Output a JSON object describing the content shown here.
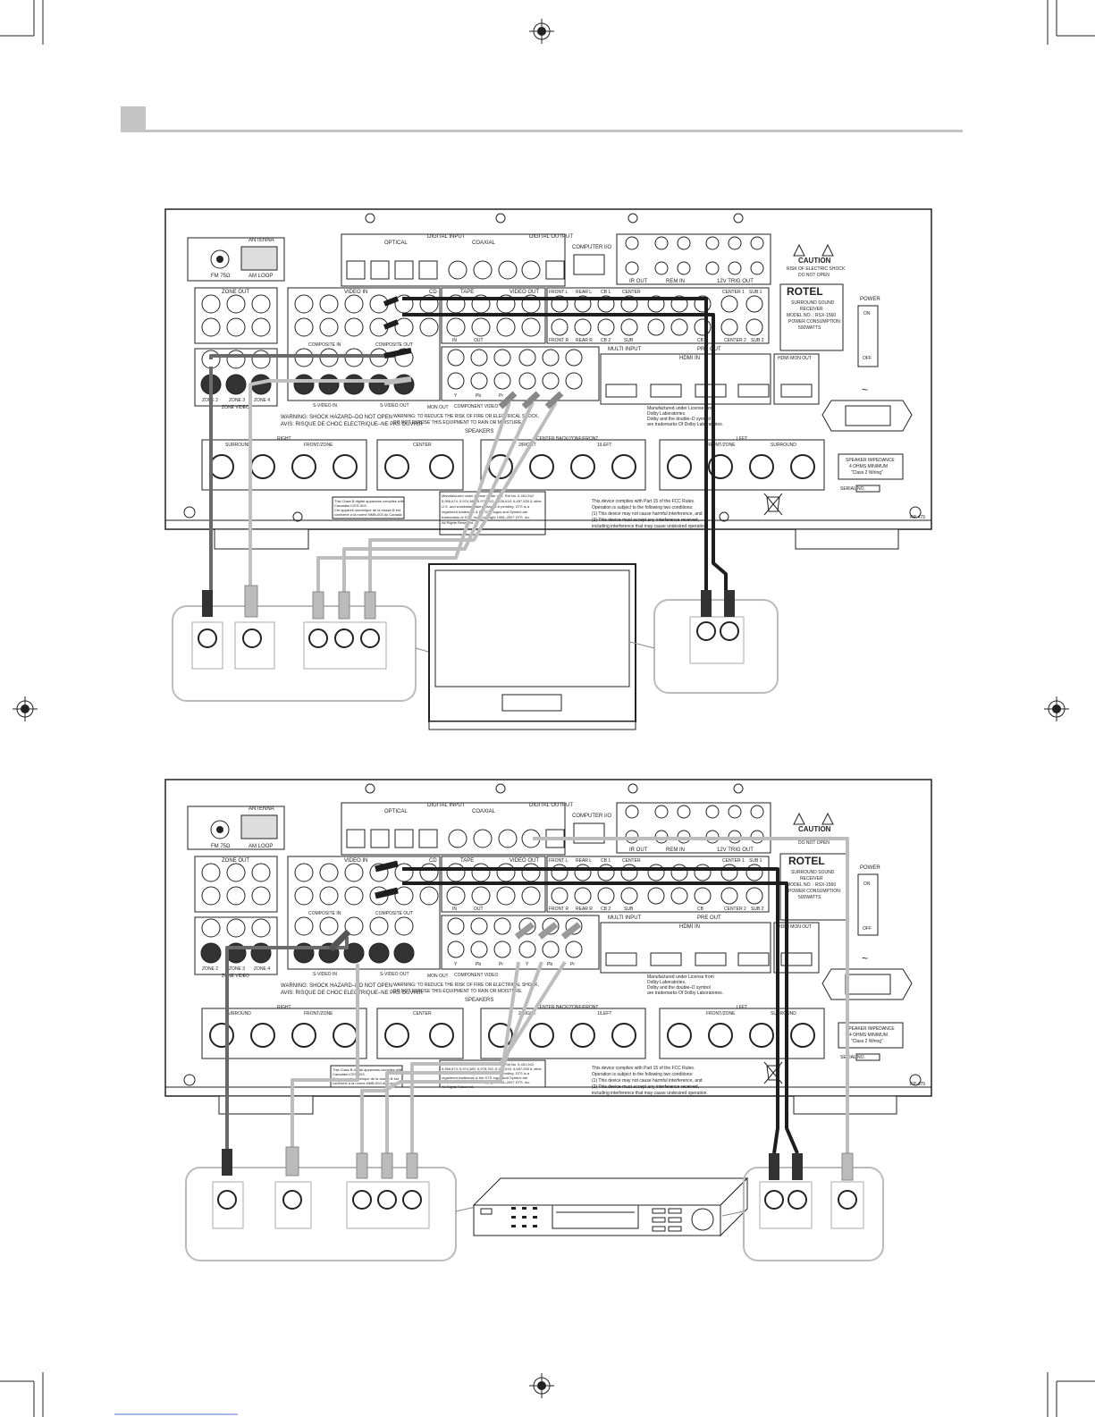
{
  "panel": {
    "antenna": "ANTENNA",
    "fm": "FM 75Ω",
    "am": "AM LOOP",
    "digital_input": "DIGITAL INPUT",
    "optical": "OPTICAL",
    "coaxial": "COAXIAL",
    "digital_output": "DIGITAL OUTPUT",
    "coaxial_out": "COAXIAL",
    "optical_out": "OPTICAL",
    "computer_io": "COMPUTER I/O",
    "ir_out": "IR OUT",
    "rem_in": "REM IN",
    "trig_out": "12V TRIG OUT",
    "zone_out": "ZONE OUT",
    "zone_video": "ZONE VIDEO",
    "zone2": "ZONE 2",
    "zone3": "ZONE 3",
    "zone4": "ZONE 4",
    "video_in": "VIDEO IN",
    "cd": "CD",
    "tape": "TAPE",
    "video_out": "VIDEO OUT",
    "composite_in": "COMPOSITE IN",
    "composite_out": "COMPOSITE OUT",
    "svideo_in": "S-VIDEO IN",
    "svideo_out": "S-VIDEO OUT",
    "mon_out": "MON OUT",
    "component_video": "COMPONENT VIDEO",
    "multi_input": "MULTI INPUT",
    "pre_out": "PRE OUT",
    "hdmi_in": "HDMI IN",
    "hdmi_mon_out": "HDMI MON OUT",
    "front_l": "FRONT L",
    "front_r": "FRONT R",
    "rear_l": "REAR L",
    "rear_r": "REAR R",
    "cb1": "CB 1",
    "cb2": "CB 2",
    "center": "CENTER",
    "sub": "SUB",
    "cb": "CB",
    "center1": "CENTER 1",
    "center2": "CENTER 2",
    "sub1": "SUB 1",
    "sub2": "SUB 2",
    "y": "Y",
    "pb": "Pb",
    "pr": "Pr",
    "in": "IN",
    "out": "OUT",
    "caution": "CAUTION",
    "caution_sub1": "RISK OF ELECTRIC SHOCK",
    "caution_sub2": "DO NOT OPEN",
    "brand": "ROTEL",
    "model1": "SURROUND SOUND",
    "model2": "RECEIVER",
    "model3": "MODEL NO. : RSX-1560",
    "model4": "POWER CONSUMPTION:",
    "model5": "500WATTS",
    "power": "POWER",
    "on": "ON",
    "off": "OFF",
    "warning1": "WARNING: SHOCK HAZARD–DO NOT OPEN",
    "warning2": "AVIS: RISQUE DE CHOC ELECTRIQUE–NE PAS OUVRIR",
    "warning3": "WARNING: TO REDUCE THE RISK OF FIRE OR ELECTRICAL SHOCK,",
    "warning4": "DO NOT EXPOSE THIS EQUIPMENT TO RAIN OR MOISTURE.",
    "speakers": "SPEAKERS",
    "surround": "SURROUND",
    "right": "RIGHT",
    "front_zone": "FRONT/ZONE",
    "center_sp": "CENTER",
    "two_right": "2/RIGHT",
    "center_back": "CENTER BACK/ZONE/FRONT",
    "one_left": "1/LEFT",
    "left": "LEFT",
    "impedance1": "SPEAKER IMPEDANCE",
    "impedance2": "4 OHMS MINIMUM",
    "impedance3": "\"Class 2 Wiring\"",
    "serial": "SERIAL NO.",
    "dolby1": "Manufactured under License from",
    "dolby2": "Dolby Laboratories.",
    "dolby3": "Dolby and the double–D symbol",
    "dolby4": "are trademarks Of Dolby Laboratories.",
    "fcc1": "This device complies with Part 15 of the FCC Rules.",
    "fcc2": "Operation is subject to the following two conditions:",
    "fcc3": "(1) This device may not cause harmful interference, and",
    "fcc4": "(2) This device must accept any interference received,",
    "fcc5": "including interference that may cause undesired operation.",
    "dts1": "Manufactured under license under U.S. Pat No. 5,451,942",
    "dts2": "5,956,674; 5,974,380; 5,978,762; 6,226,616; 6,487,535 & other",
    "dts3": "U.S. and worldwide patents issued & pending. DTS is a",
    "dts4": "registered trademark & the DTS logos and Symbol are",
    "dts5": "trademarks of DTS, Inc. Copyright 1996–2007 DTS, Inc.",
    "dts6": "All Rights Reserved.",
    "canada1": "This Class B digital apparatus complies with",
    "canada2": "Canadian ICES-003.",
    "canada3": "Cet appareil numérique de la classe B est",
    "canada4": "conforme à la norme NMB-003 du Canada.",
    "rp": "RP-479"
  },
  "hz_symbol": "~",
  "colors": {
    "cable_black": "#1e1e1e",
    "cable_grey": "#7a7a7a",
    "cable_light": "#bdbdbd",
    "header_bar": "#c4c4c4"
  }
}
